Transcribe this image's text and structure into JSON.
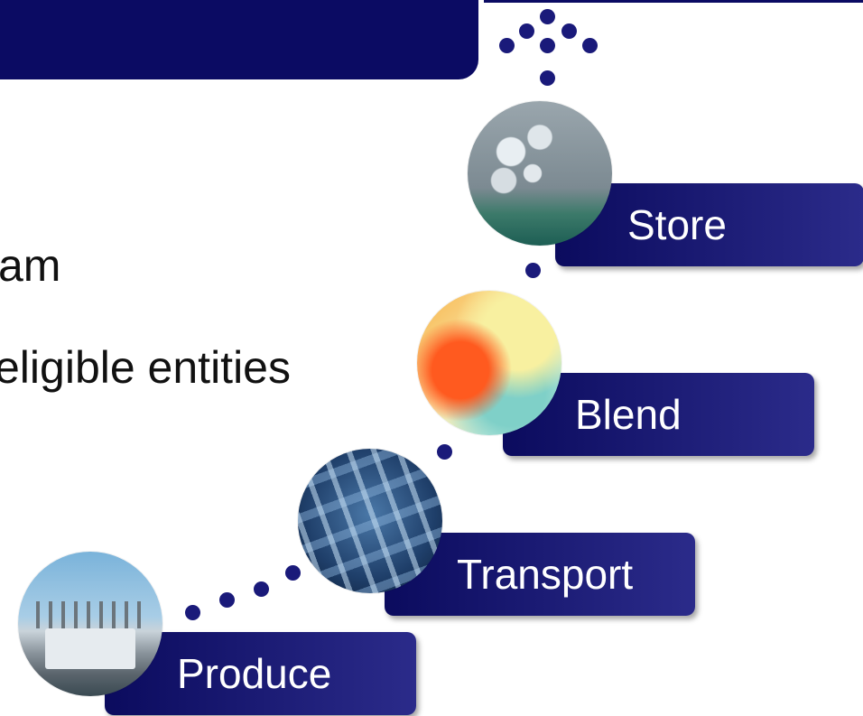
{
  "body_lines": [
    "am",
    "eligible entities"
  ],
  "steps": [
    {
      "label": "Store",
      "image": "storage-tanks-photo"
    },
    {
      "label": "Blend",
      "image": "blending-lab-photo"
    },
    {
      "label": "Transport",
      "image": "pipeline-photo"
    },
    {
      "label": "Produce",
      "image": "refinery-photo"
    }
  ],
  "colors": {
    "navy": "#0b0b63",
    "dot": "#1a1a7a",
    "label_text": "#ffffff"
  }
}
